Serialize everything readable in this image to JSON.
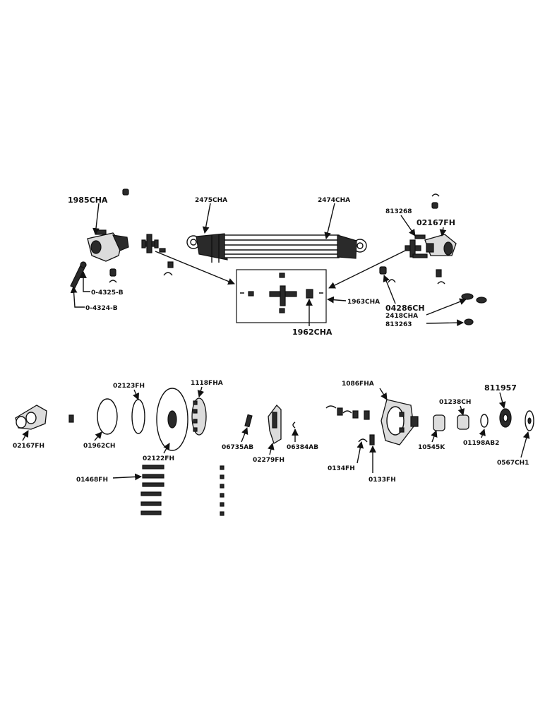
{
  "colors": {
    "ink": "#111111",
    "background": "#ffffff"
  },
  "parts": {
    "p_1985CHA": "1985CHA",
    "p_2475CHA": "2475CHA",
    "p_2474CHA": "2474CHA",
    "p_813268": "813268",
    "p_02167FH_top": "02167FH",
    "p_0_4325_B": "0-4325-B",
    "p_0_4324_B": "0-4324-B",
    "p_1963CHA": "1963CHA",
    "p_1962CHA": "1962CHA",
    "p_04286CH": "04286CH",
    "p_2418CHA": "2418CHA",
    "p_813263": "813263",
    "p_02123FH": "02123FH",
    "p_1118FHA": "1118FHA",
    "p_1086FHA": "1086FHA",
    "p_811957": "811957",
    "p_01238CH": "01238CH",
    "p_02167FH_bottom": "02167FH",
    "p_01962CH": "01962CH",
    "p_02122FH": "02122FH",
    "p_06735AB": "06735AB",
    "p_02279FH": "02279FH",
    "p_06384AB": "06384AB",
    "p_10545K": "10545K",
    "p_01198AB2": "01198AB2",
    "p_0567CH1": "0567CH1",
    "p_01468FH": "01468FH",
    "p_0134FH": "0134FH",
    "p_0133FH": "0133FH"
  }
}
